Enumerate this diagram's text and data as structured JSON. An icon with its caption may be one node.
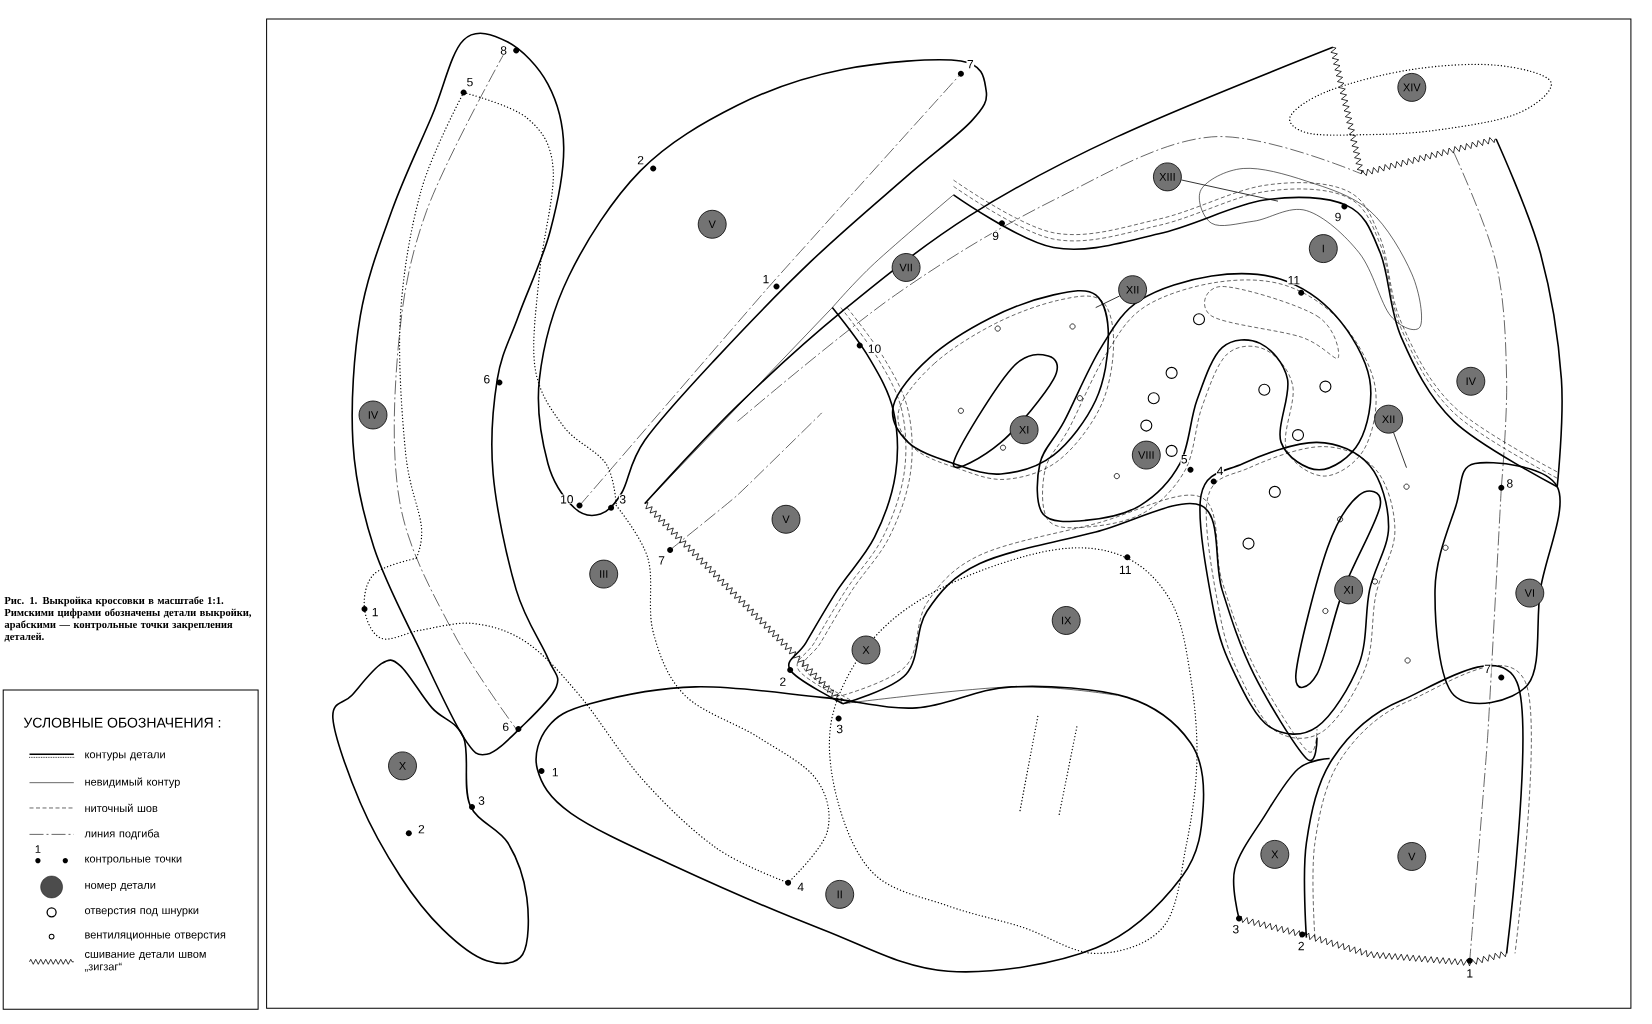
{
  "diagram": {
    "caption": "Рис. 1. Выкройка кроссовки в масштабе 1:1. Римскими цифрами обозначены детали выкройки, арабскими — контрольные точки закрепления деталей.",
    "nodes": [
      {
        "text": [
          "XIV"
        ]
      },
      {
        "text": [
          "XIII"
        ]
      },
      {
        "text": [
          "V"
        ]
      },
      {
        "text": [
          "I"
        ]
      },
      {
        "text": [
          "VII"
        ]
      },
      {
        "text": [
          "XII"
        ]
      },
      {
        "text": [
          "IV"
        ]
      },
      {
        "text": [
          "IV"
        ]
      },
      {
        "text": [
          "XII"
        ]
      },
      {
        "text": [
          "XI"
        ]
      },
      {
        "text": [
          "VIII"
        ]
      },
      {
        "text": [
          "V"
        ]
      },
      {
        "text": [
          "III"
        ]
      },
      {
        "text": [
          "VI"
        ]
      },
      {
        "text": [
          "XI"
        ]
      },
      {
        "text": [
          "IX"
        ]
      },
      {
        "text": [
          "X"
        ]
      },
      {
        "text": [
          "X"
        ]
      },
      {
        "text": [
          "X"
        ]
      },
      {
        "text": [
          "V"
        ]
      },
      {
        "text": [
          "II"
        ]
      }
    ],
    "edges": [
      {
        "from": 1,
        "to": null,
        "arrow": "none"
      },
      {
        "from": 5,
        "to": null,
        "arrow": "none"
      },
      {
        "from": 8,
        "to": null,
        "arrow": "none"
      }
    ],
    "labels": [
      "8",
      "7",
      "5",
      "2",
      "9",
      "9",
      "11",
      "1",
      "10",
      "6",
      "5",
      "4",
      "8",
      "10",
      "3",
      "7",
      "11",
      "1",
      "7",
      "2",
      "3",
      "6",
      "1",
      "3",
      "2",
      "4",
      "3",
      "2",
      "1",
      "УСЛОВНЫЕ ОБОЗНАЧЕНИЯ :",
      "1"
    ],
    "legend": [
      {
        "text": "контуры детали"
      },
      {
        "text": "невидимый контур"
      },
      {
        "text": "ниточный шов"
      },
      {
        "text": "линия подгиба"
      },
      {
        "text": "контрольные точки"
      },
      {
        "text": "номер детали"
      },
      {
        "text": "отверстия под шнурки"
      },
      {
        "text": "вентиляционные отверстия"
      },
      {
        "text": "сшивание детали швом „зигзаг“"
      }
    ]
  }
}
